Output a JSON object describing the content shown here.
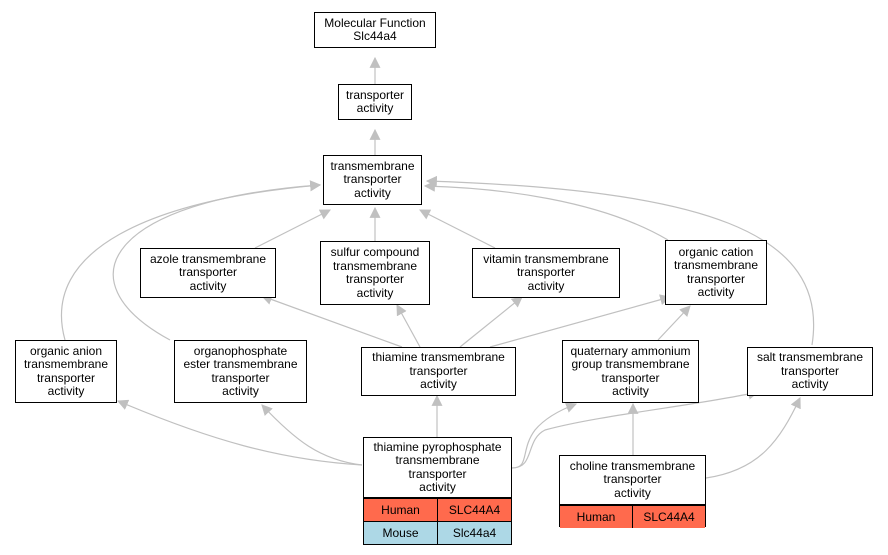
{
  "colors": {
    "edge": "#c0c0c0",
    "human": "#ff6a4d",
    "mouse": "#add8e6"
  },
  "nodes": {
    "root": "Molecular Function\nSlc44a4",
    "transporter": "transporter\nactivity",
    "tm_transporter": "transmembrane\ntransporter\nactivity",
    "azole": "azole transmembrane\ntransporter\nactivity",
    "sulfur": "sulfur compound\ntransmembrane\ntransporter\nactivity",
    "vitamin": "vitamin transmembrane\ntransporter\nactivity",
    "organic_cation": "organic cation\ntransmembrane\ntransporter\nactivity",
    "organic_anion": "organic anion\ntransmembrane\ntransporter\nactivity",
    "organophosphate": "organophosphate\nester transmembrane\ntransporter\nactivity",
    "thiamine": "thiamine transmembrane\ntransporter\nactivity",
    "quaternary": "quaternary ammonium\ngroup transmembrane\ntransporter\nactivity",
    "salt": "salt transmembrane\ntransporter\nactivity"
  },
  "gene_nodes": {
    "thiamine_pp": {
      "title": "thiamine pyrophosphate\ntransmembrane\ntransporter\nactivity",
      "rows": [
        {
          "species": "Human",
          "gene": "SLC44A4"
        },
        {
          "species": "Mouse",
          "gene": "Slc44a4"
        }
      ]
    },
    "choline": {
      "title": "choline transmembrane\ntransporter\nactivity",
      "rows": [
        {
          "species": "Human",
          "gene": "SLC44A4"
        }
      ]
    }
  }
}
